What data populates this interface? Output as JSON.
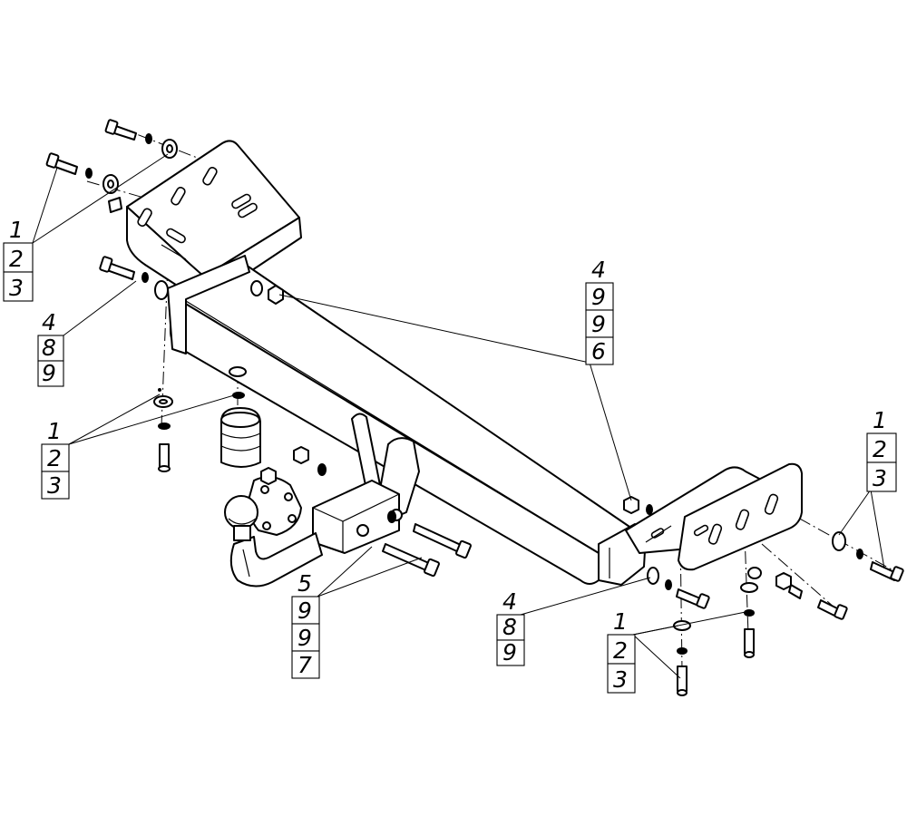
{
  "callouts": [
    {
      "id": "upper-left-bracket-bolts",
      "numbers": [
        "1",
        "2",
        "3"
      ]
    },
    {
      "id": "upper-left-crossbar-bolt",
      "numbers": [
        "4",
        "8",
        "9"
      ]
    },
    {
      "id": "lower-left-bracket-bolts",
      "numbers": [
        "1",
        "2",
        "3"
      ]
    },
    {
      "id": "center-crossbar-bolt",
      "numbers": [
        "4",
        "9",
        "9",
        "6"
      ]
    },
    {
      "id": "right-bracket-side-bolts",
      "numbers": [
        "1",
        "2",
        "3"
      ]
    },
    {
      "id": "ball-mount-bolts",
      "numbers": [
        "5",
        "9",
        "9",
        "7"
      ]
    },
    {
      "id": "lower-right-crossbar-bolt",
      "numbers": [
        "4",
        "8",
        "9"
      ]
    },
    {
      "id": "lower-right-bracket-bolts",
      "numbers": [
        "1",
        "2",
        "3"
      ]
    }
  ],
  "colors": {
    "line": "#000000",
    "background": "#ffffff"
  }
}
